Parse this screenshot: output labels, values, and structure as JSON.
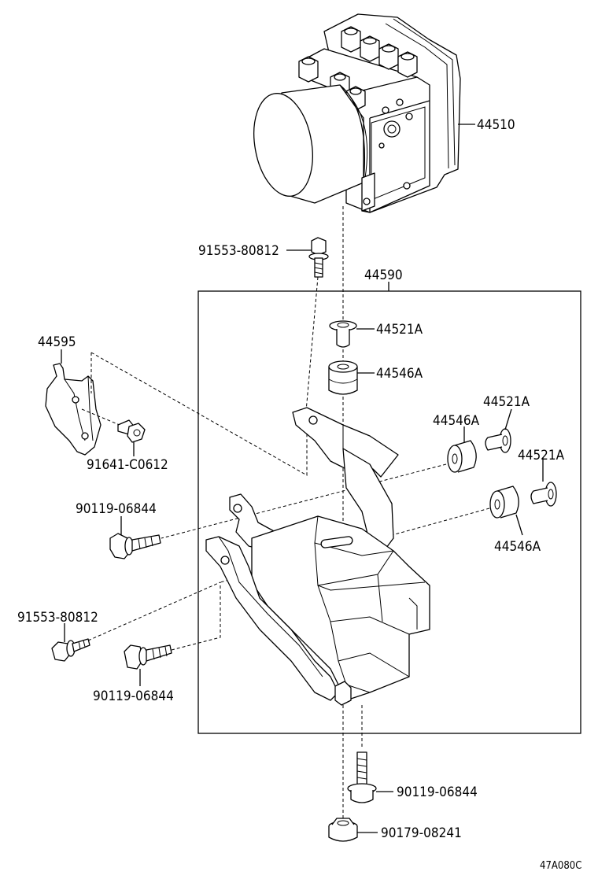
{
  "labels": {
    "l44510": "44510",
    "l91553_top": "91553-80812",
    "l44590": "44590",
    "l44521a_1": "44521A",
    "l44546a_1": "44546A",
    "l44595": "44595",
    "l44521a_2": "44521A",
    "l44546a_2": "44546A",
    "l44521a_3": "44521A",
    "l91641": "91641-C0612",
    "l90119_1": "90119-06844",
    "l44546a_3": "44546A",
    "l91553_bottom": "91553-80812",
    "l90119_2": "90119-06844",
    "l90119_3": "90119-06844",
    "l90179": "90179-08241",
    "code": "47A080C"
  }
}
